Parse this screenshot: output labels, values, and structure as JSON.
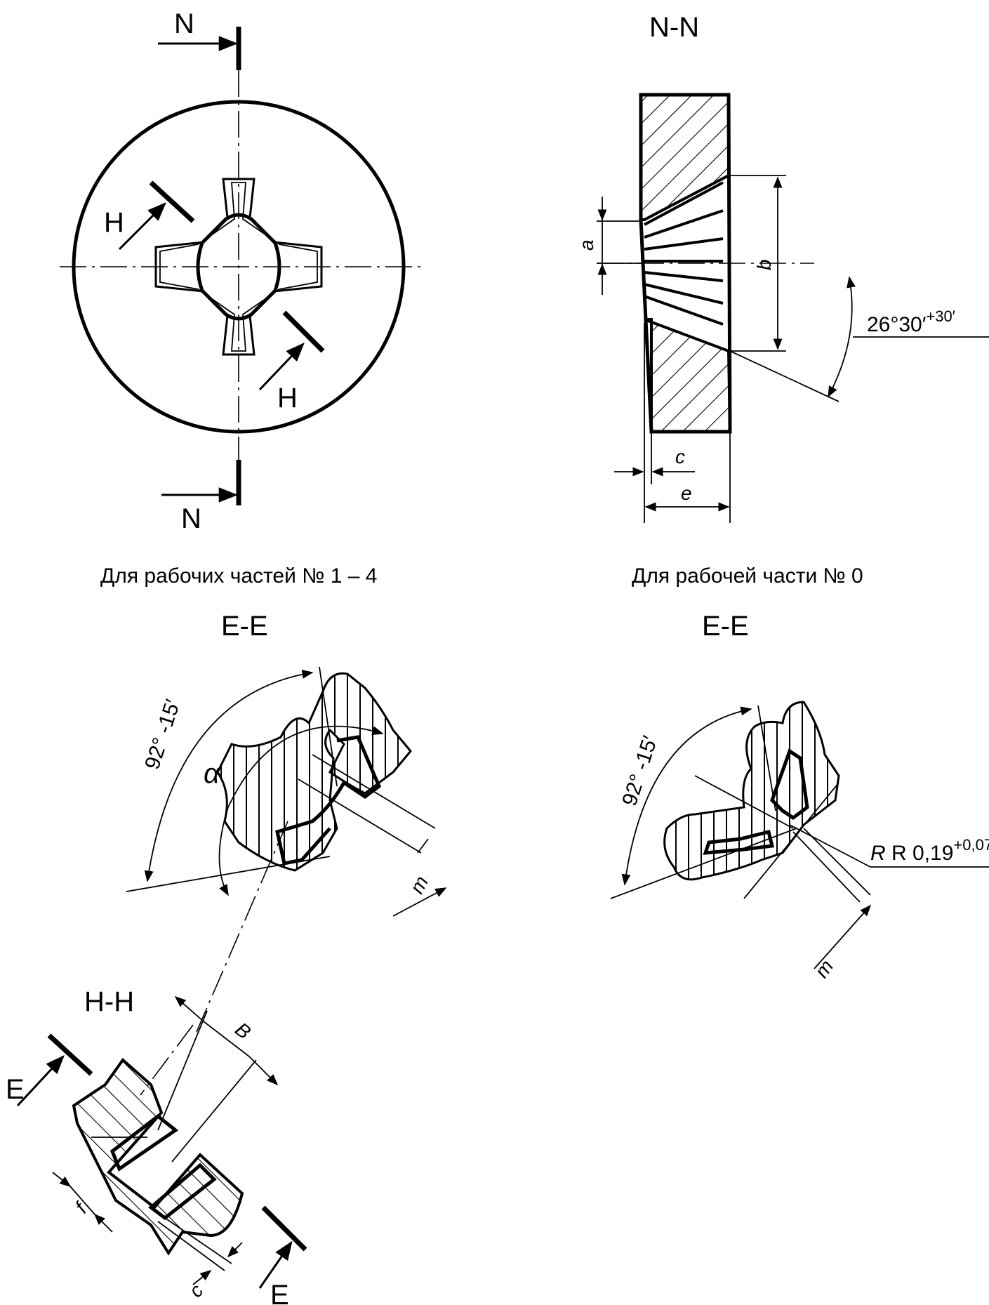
{
  "view_top_left": {
    "section_label_top": "N",
    "section_label_bottom": "N",
    "cut_label_1": "H",
    "cut_label_2": "H",
    "caption": "Для рабочих частей № 1 – 4"
  },
  "view_top_right": {
    "title": "N-N",
    "dim_a": "a",
    "dim_b": "b",
    "dim_c": "c",
    "dim_e": "e",
    "angle": "26°30′",
    "angle_tol": "+30′",
    "caption": "Для рабочей части № 0"
  },
  "view_mid_left": {
    "title": "E-E",
    "angle": "92° -15′",
    "alpha": "α",
    "dim_m": "m"
  },
  "view_mid_right": {
    "title": "E-E",
    "angle": "92° -15′",
    "radius": "R 0,19",
    "radius_tol": "+0,07",
    "dim_m": "m"
  },
  "view_bottom_left": {
    "title": "H-H",
    "dim_B": "B",
    "dim_f": "f",
    "dim_c": "c",
    "cut_label_1": "E",
    "cut_label_2": "E"
  }
}
